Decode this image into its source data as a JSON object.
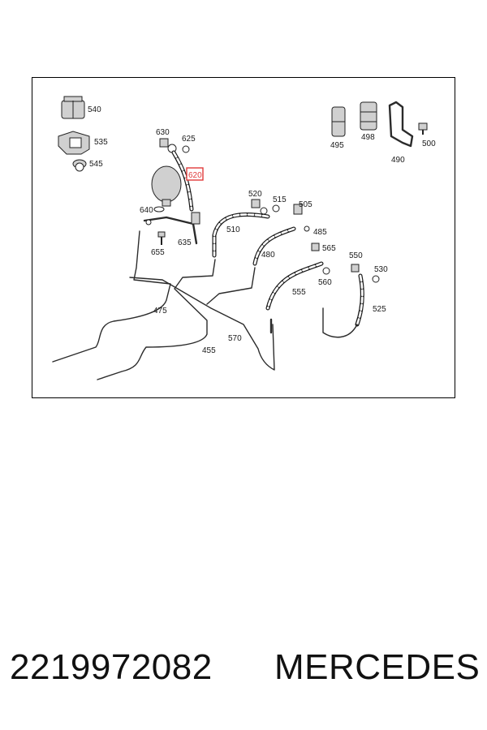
{
  "diagram": {
    "highlighted_label": "620",
    "labels": [
      "540",
      "535",
      "545",
      "630",
      "625",
      "620",
      "640",
      "635",
      "655",
      "520",
      "515",
      "505",
      "510",
      "485",
      "480",
      "565",
      "560",
      "555",
      "550",
      "530",
      "525",
      "475",
      "570",
      "455",
      "495",
      "498",
      "490",
      "500"
    ]
  },
  "footer": {
    "part_number": "2219972082",
    "brand": "MERCEDES"
  }
}
